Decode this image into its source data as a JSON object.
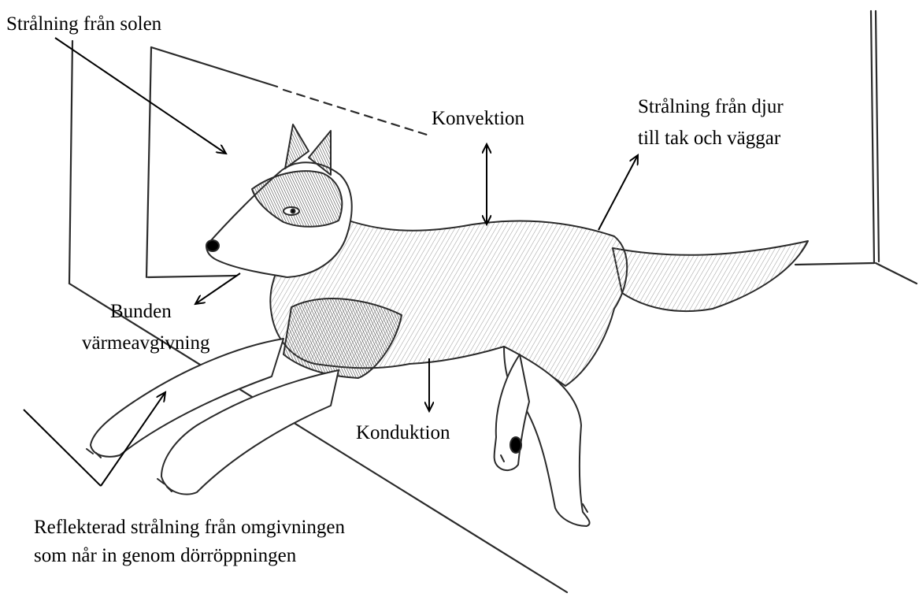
{
  "labels": {
    "solar_radiation": "Strålning från solen",
    "convection": "Konvektion",
    "animal_radiation_line1": "Strålning från djur",
    "animal_radiation_line2": "till tak och väggar",
    "bound_heat_line1": "Bunden",
    "bound_heat_line2": "värmeavgivning",
    "conduction": "Konduktion",
    "reflected_line1": "Reflekterad strålning från omgivningen",
    "reflected_line2": "som når in genom dörröppningen"
  },
  "colors": {
    "ink": "#000000",
    "pencil": "#2a2a2a",
    "shade": "#8a8a8a",
    "background": "#ffffff"
  }
}
